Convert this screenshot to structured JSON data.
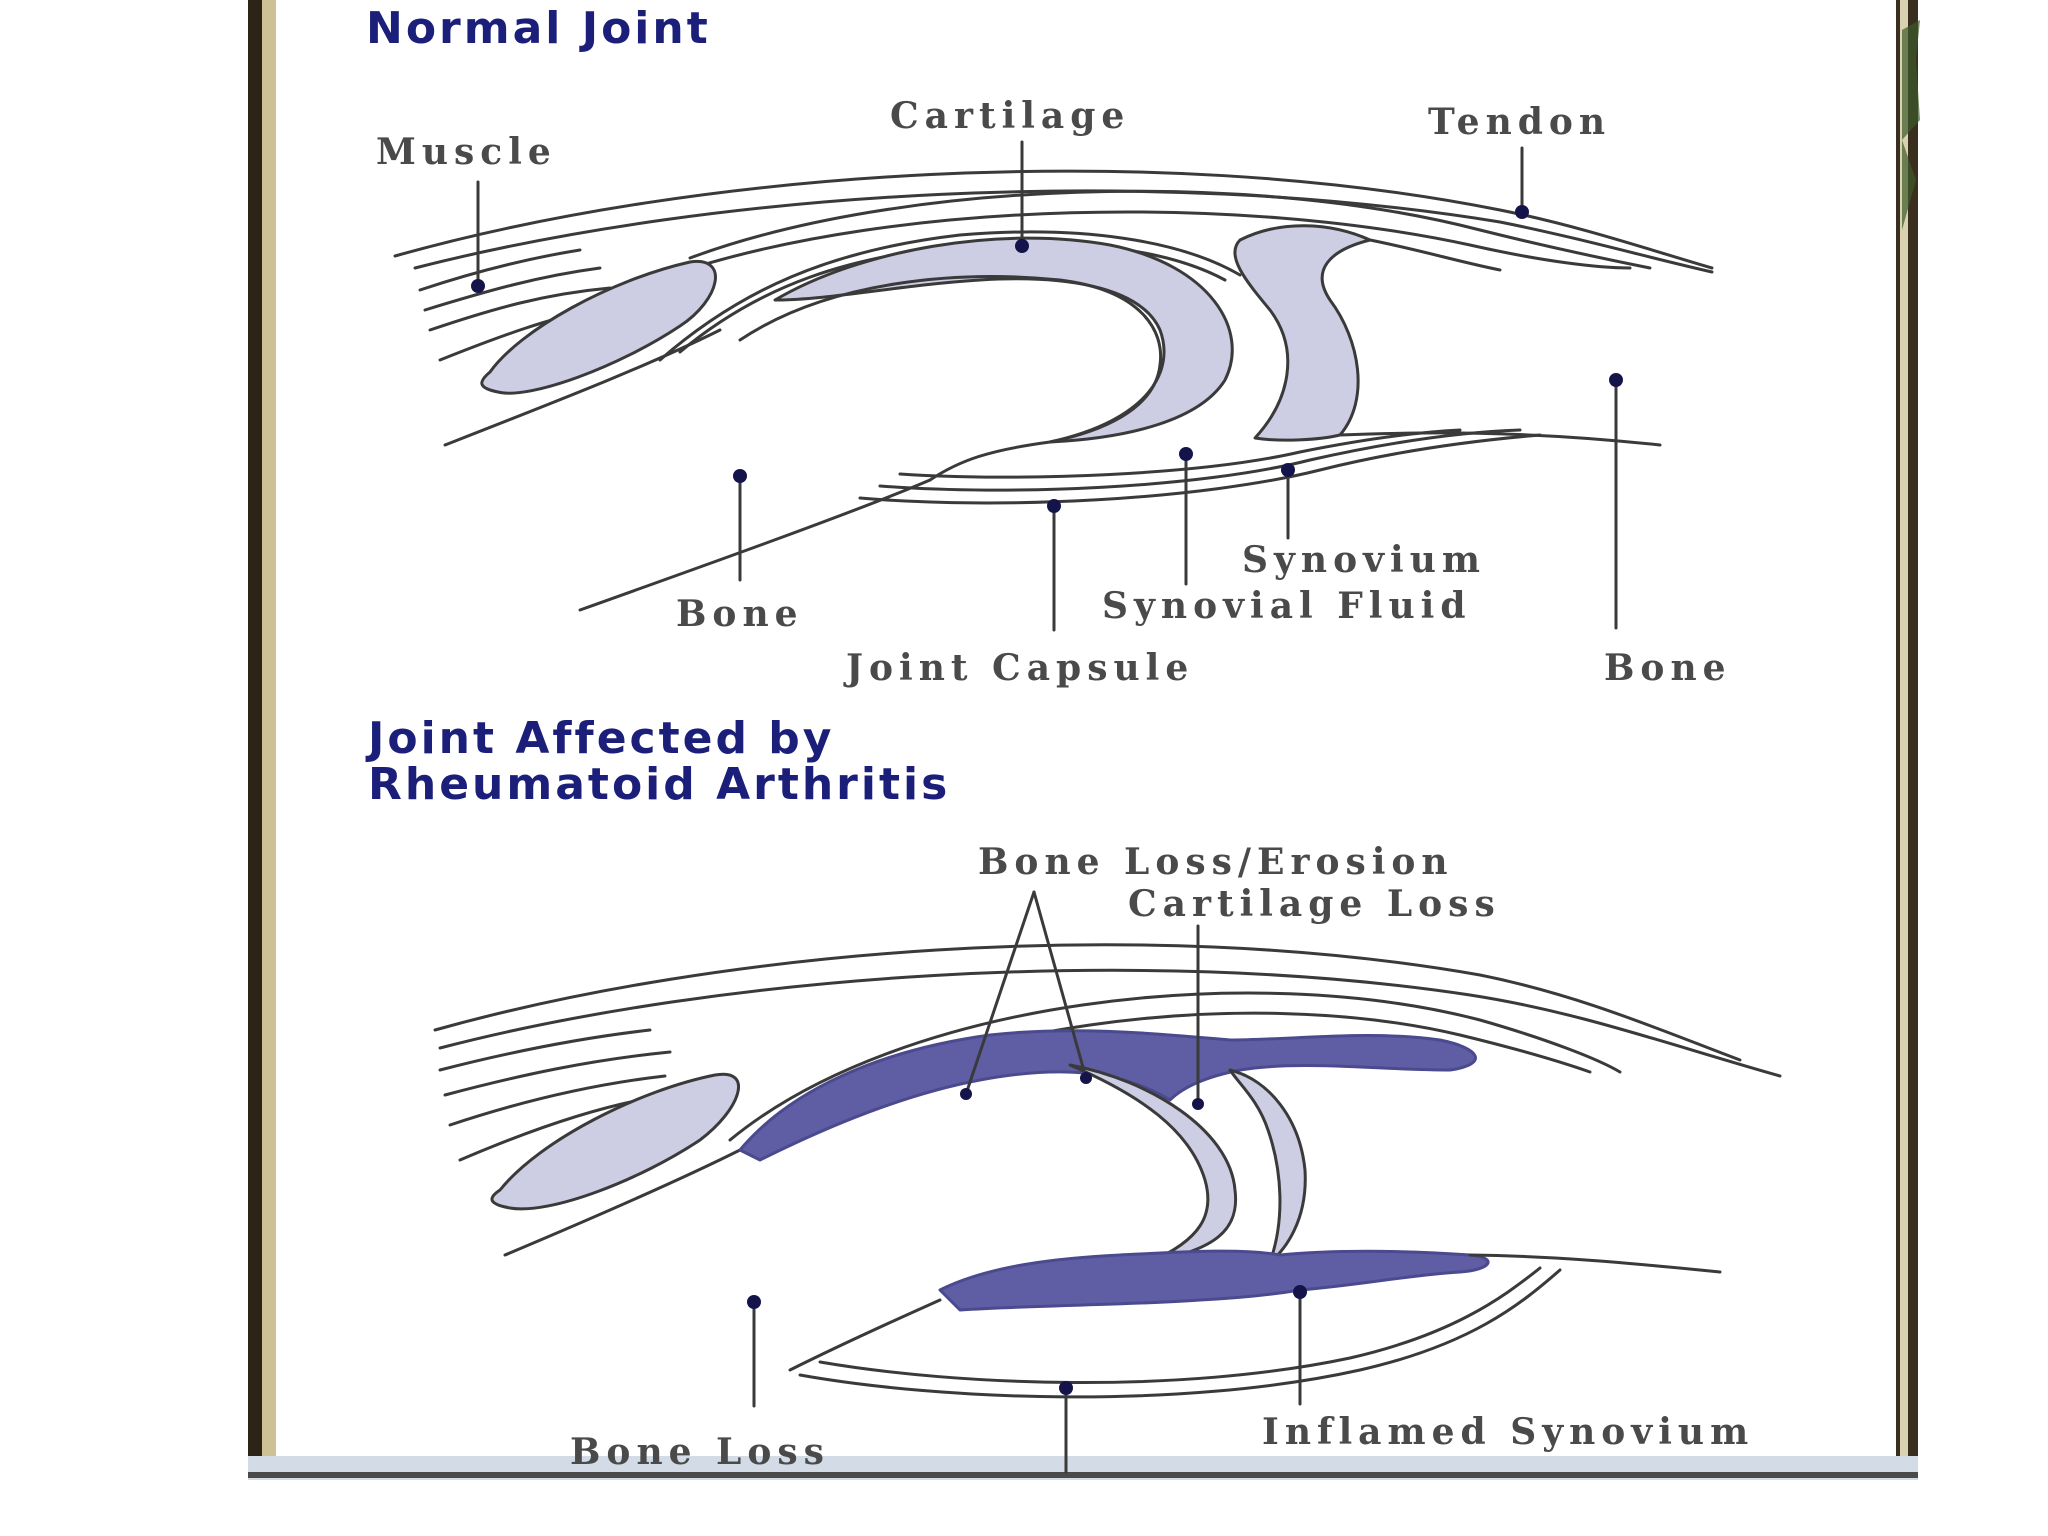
{
  "normal_joint": {
    "title": "Normal Joint",
    "labels": {
      "muscle": "Muscle",
      "cartilage": "Cartilage",
      "tendon": "Tendon",
      "bone_left": "Bone",
      "joint_capsule": "Joint Capsule",
      "synovial_fluid": "Synovial Fluid",
      "synovium": "Synovium",
      "bone_right": "Bone"
    }
  },
  "ra_joint": {
    "title_line1": "Joint Affected by",
    "title_line2": "Rheumatoid Arthritis",
    "labels": {
      "bone_loss_erosion": "Bone Loss/Erosion",
      "cartilage_loss": "Cartilage Loss",
      "bone_loss": "Bone Loss",
      "inflamed_synovium": "Inflamed Synovium"
    }
  },
  "colors": {
    "heading": "#1b1f7a",
    "tissue_fill": "#cdcde3",
    "inflamed_fill": "#5f5ea4",
    "outline": "#3a3a3a",
    "pin": "#14144a",
    "label_text": "#4a4a4a"
  }
}
